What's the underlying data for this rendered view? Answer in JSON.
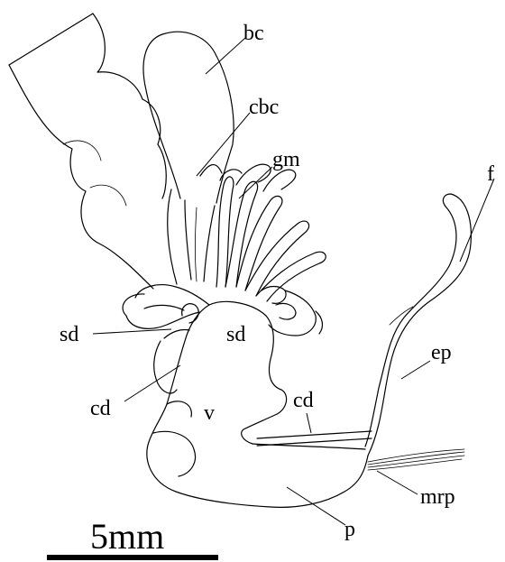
{
  "labels": {
    "bc": "bc",
    "cbc": "cbc",
    "gm": "gm",
    "f": "f",
    "sd_left": "sd",
    "sd_center": "sd",
    "ep": "ep",
    "cd_left": "cd",
    "v": "v",
    "cd_right": "cd",
    "mrp": "mrp",
    "p": "p"
  },
  "scale_bar": {
    "label": "5mm"
  }
}
